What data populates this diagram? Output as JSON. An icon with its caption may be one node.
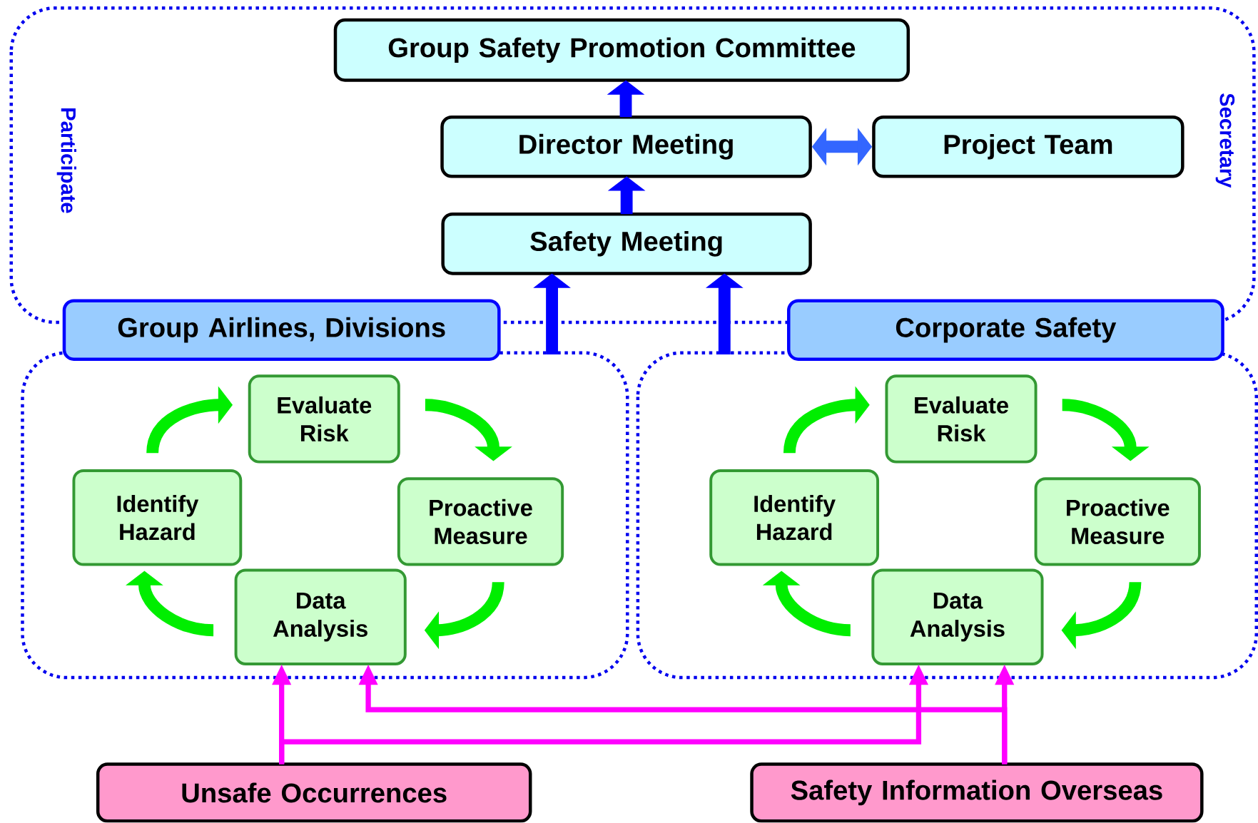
{
  "diagram": {
    "nodes": [
      {
        "text": [
          "Group Safety Promotion Committee"
        ]
      },
      {
        "text": [
          "Director Meeting"
        ]
      },
      {
        "text": [
          "Project Team"
        ]
      },
      {
        "text": [
          "Safety Meeting"
        ]
      },
      {
        "text": [
          "Group Airlines, Divisions"
        ]
      },
      {
        "text": [
          "Corporate Safety"
        ]
      },
      {
        "text": [
          "Evaluate Risk"
        ]
      },
      {
        "text": [
          "Identify Hazard"
        ]
      },
      {
        "text": [
          "Proactive Measure"
        ]
      },
      {
        "text": [
          "Data Analysis"
        ]
      },
      {
        "text": [
          "Evaluate Risk"
        ]
      },
      {
        "text": [
          "Identify Hazard"
        ]
      },
      {
        "text": [
          "Proactive Measure"
        ]
      },
      {
        "text": [
          "Data Analysis"
        ]
      },
      {
        "text": [
          "Unsafe Occurrences"
        ]
      },
      {
        "text": [
          "Safety Information Overseas"
        ]
      }
    ],
    "edges": [
      {
        "from": 3,
        "to": 1,
        "arrow": "to",
        "color": "#0000ff"
      },
      {
        "from": 1,
        "to": 0,
        "arrow": "to",
        "color": "#0000ff"
      },
      {
        "from": 1,
        "to": 2,
        "arrow": "both",
        "color": "#3366ff"
      },
      {
        "from": null,
        "to": 3,
        "arrow": "to",
        "color": "#0000ff"
      },
      {
        "from": null,
        "to": 3,
        "arrow": "to",
        "color": "#0000ff"
      },
      {
        "from": 7,
        "to": 6,
        "arrow": "to"
      },
      {
        "from": 6,
        "to": 8,
        "arrow": "to"
      },
      {
        "from": 8,
        "to": 9,
        "arrow": "to"
      },
      {
        "from": 9,
        "to": 7,
        "arrow": "to"
      },
      {
        "from": 11,
        "to": 10,
        "arrow": "to"
      },
      {
        "from": 10,
        "to": 12,
        "arrow": "to"
      },
      {
        "from": 12,
        "to": 13,
        "arrow": "to"
      },
      {
        "from": 13,
        "to": 11,
        "arrow": "to"
      },
      {
        "from": 14,
        "to": 9,
        "arrow": "to",
        "color": "#ff00ff"
      },
      {
        "from": 14,
        "to": 13,
        "arrow": "to",
        "color": "#ff00ff"
      },
      {
        "from": 15,
        "to": 13,
        "arrow": "to",
        "color": "#ff00ff"
      },
      {
        "from": 15,
        "to": 9,
        "arrow": "to",
        "color": "#ff00ff"
      }
    ],
    "labels": [
      "Participate",
      "Secretary"
    ]
  }
}
